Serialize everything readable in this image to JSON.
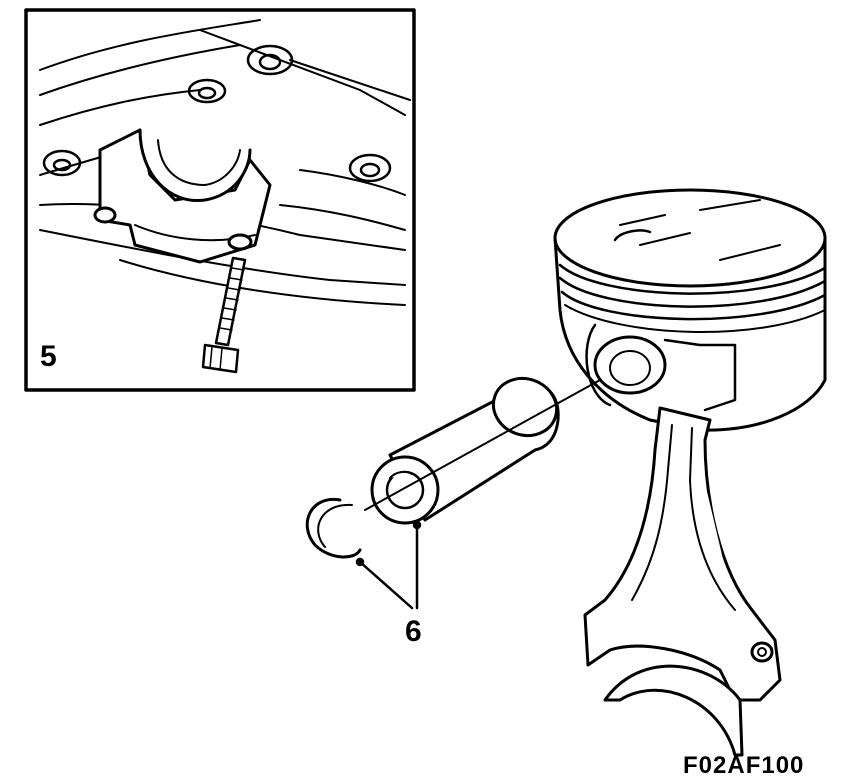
{
  "inset": {
    "step_number": "5"
  },
  "callout": {
    "number": "6"
  },
  "figure_code": "F02AF100",
  "colors": {
    "line": "#000000",
    "background": "#ffffff"
  },
  "icons": [
    "bolt-icon",
    "bearing-cap-icon",
    "piston-icon",
    "connecting-rod-icon",
    "gudgeon-pin-icon",
    "circlip-icon"
  ]
}
